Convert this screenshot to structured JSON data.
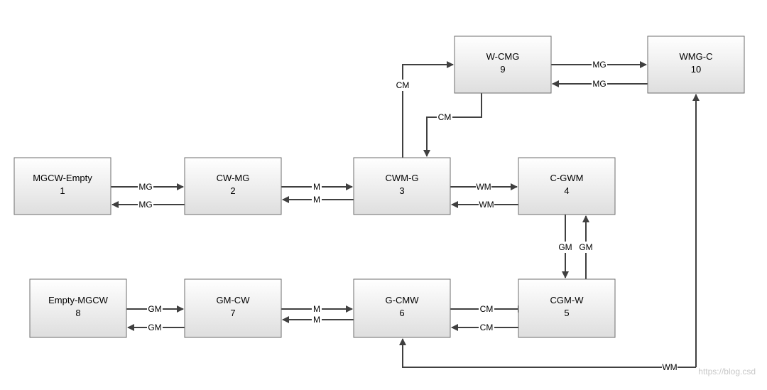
{
  "nodes": [
    {
      "id": "n1",
      "name": "MGCW-Empty",
      "num": "1"
    },
    {
      "id": "n2",
      "name": "CW-MG",
      "num": "2"
    },
    {
      "id": "n3",
      "name": "CWM-G",
      "num": "3"
    },
    {
      "id": "n4",
      "name": "C-GWM",
      "num": "4"
    },
    {
      "id": "n5",
      "name": "CGM-W",
      "num": "5"
    },
    {
      "id": "n6",
      "name": "G-CMW",
      "num": "6"
    },
    {
      "id": "n7",
      "name": "GM-CW",
      "num": "7"
    },
    {
      "id": "n8",
      "name": "Empty-MGCW",
      "num": "8"
    },
    {
      "id": "n9",
      "name": "W-CMG",
      "num": "9"
    },
    {
      "id": "n10",
      "name": "WMG-C",
      "num": "10"
    }
  ],
  "edges": [
    {
      "id": "e1",
      "from": "1",
      "to": "2",
      "label": "MG"
    },
    {
      "id": "e2",
      "from": "2",
      "to": "1",
      "label": "MG"
    },
    {
      "id": "e3",
      "from": "2",
      "to": "3",
      "label": "M"
    },
    {
      "id": "e4",
      "from": "3",
      "to": "2",
      "label": "M"
    },
    {
      "id": "e5",
      "from": "3",
      "to": "4",
      "label": "WM"
    },
    {
      "id": "e6",
      "from": "4",
      "to": "3",
      "label": "WM"
    },
    {
      "id": "e7",
      "from": "3",
      "to": "9",
      "label": "CM"
    },
    {
      "id": "e8",
      "from": "9",
      "to": "3",
      "label": "CM"
    },
    {
      "id": "e9",
      "from": "9",
      "to": "10",
      "label": "MG"
    },
    {
      "id": "e10",
      "from": "10",
      "to": "9",
      "label": "MG"
    },
    {
      "id": "e11",
      "from": "4",
      "to": "5",
      "label": "GM"
    },
    {
      "id": "e12",
      "from": "5",
      "to": "4",
      "label": "GM"
    },
    {
      "id": "e13",
      "from": "5",
      "to": "6",
      "label": "CM"
    },
    {
      "id": "e14",
      "from": "6",
      "to": "5",
      "label": "CM"
    },
    {
      "id": "e15",
      "from": "6",
      "to": "7",
      "label": "M"
    },
    {
      "id": "e16",
      "from": "7",
      "to": "6",
      "label": "M"
    },
    {
      "id": "e17",
      "from": "7",
      "to": "8",
      "label": "GM"
    },
    {
      "id": "e18",
      "from": "8",
      "to": "7",
      "label": "GM"
    },
    {
      "id": "e19",
      "from": "10",
      "to": "6",
      "label": "WM"
    }
  ],
  "watermark": "https://blog.csd",
  "colors": {
    "box_top": "#ffffff",
    "box_bottom": "#dedede",
    "box_border": "#6e6e6e",
    "line": "#404040",
    "watermark": "#c8c8c8"
  }
}
